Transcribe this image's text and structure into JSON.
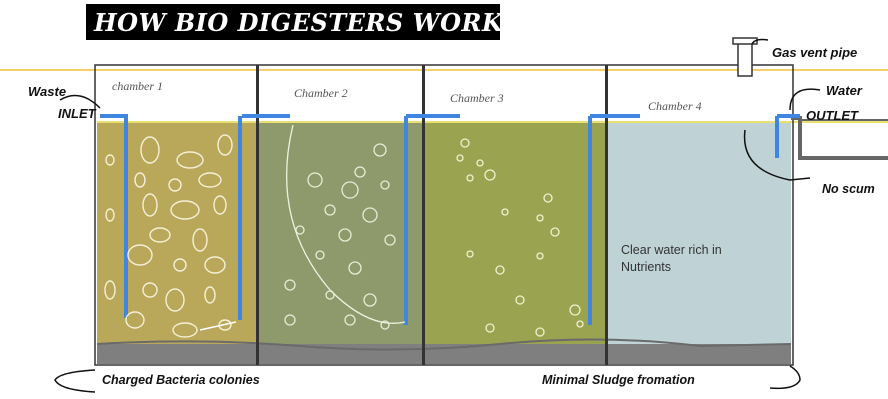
{
  "title": "HOW BIO DIGESTERS WORKS",
  "labels": {
    "gas_vent": "Gas vent pipe",
    "water": "Water",
    "outlet": "OUTLET",
    "waste": "Waste",
    "inlet": "INLET",
    "no_scum": "No scum",
    "charged_bacteria": "Charged Bacteria colonies",
    "minimal_sludge": "Minimal Sludge fromation",
    "clear_water_line1": "Clear water rich in",
    "clear_water_line2": "Nutrients"
  },
  "chambers": [
    {
      "label": "chamber 1",
      "color": "#b9a85a"
    },
    {
      "label": "Chamber 2",
      "color": "#8e9a6c"
    },
    {
      "label": "Chamber 3",
      "color": "#9aa450"
    },
    {
      "label": "Chamber 4",
      "color": "#bfd3d6"
    }
  ],
  "colors": {
    "pipe": "#3e86e0",
    "sludge": "#7f7f7f",
    "ground_line": "#f3d06a",
    "water_surface": "#e8e070"
  }
}
